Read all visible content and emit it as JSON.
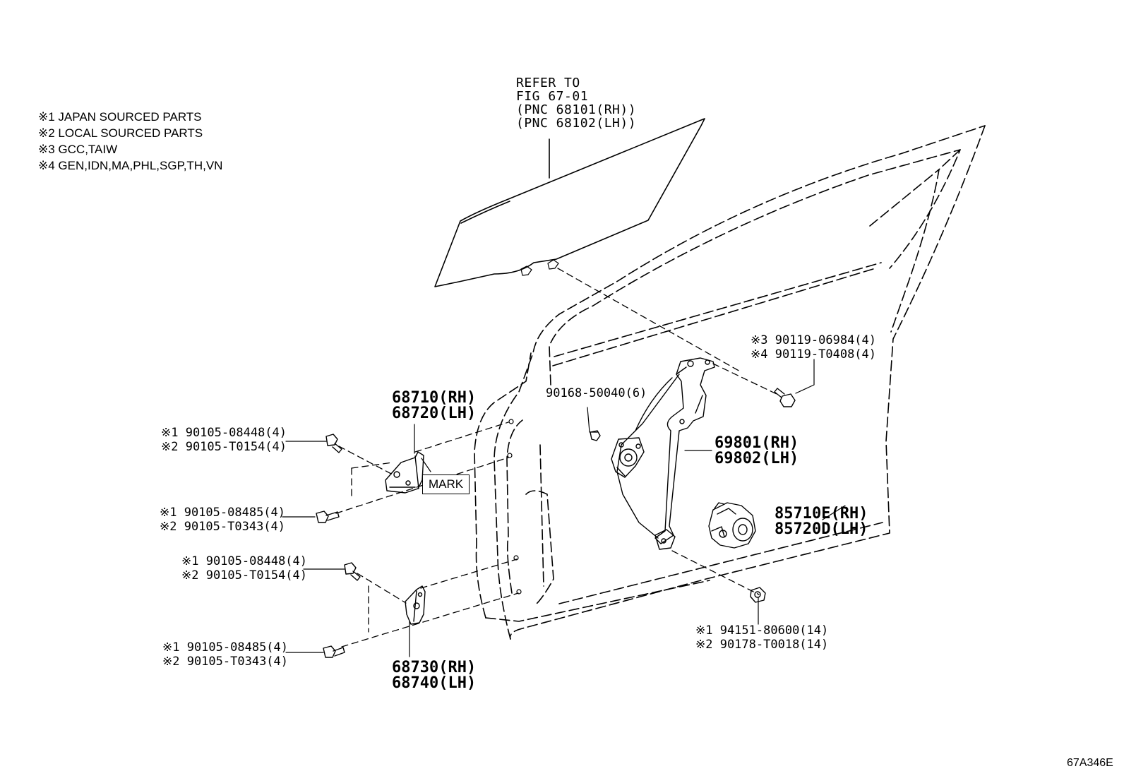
{
  "legend": [
    "※1 JAPAN SOURCED PARTS",
    "※2 LOCAL SOURCED PARTS",
    "※3 GCC,TAIW",
    "※4 GEN,IDN,MA,PHL,SGP,TH,VN"
  ],
  "refer": [
    "REFER TO",
    "FIG 67-01",
    "(PNC 68101(RH))",
    "(PNC 68102(LH))"
  ],
  "callouts": {
    "upper_hinge": [
      "68710(RH)",
      "68720(LH)"
    ],
    "lower_hinge": [
      "68730(RH)",
      "68740(LH)"
    ],
    "regulator": [
      "69801(RH)",
      "69802(LH)"
    ],
    "motor": [
      "85710E(RH)",
      "85720D(LH)"
    ],
    "clip": "90168-50040(6)",
    "glass_bolts": [
      "※3 90119-06984(4)",
      "※4 90119-T0408(4)"
    ],
    "upper_hinge_bolts_a": [
      "※1 90105-08448(4)",
      "※2 90105-T0154(4)"
    ],
    "upper_hinge_bolts_b": [
      "※1 90105-08485(4)",
      "※2 90105-T0343(4)"
    ],
    "lower_hinge_bolts_a": [
      "※1 90105-08448(4)",
      "※2 90105-T0154(4)"
    ],
    "lower_hinge_bolts_b": [
      "※1 90105-08485(4)",
      "※2 90105-T0343(4)"
    ],
    "regulator_nuts": [
      "※1 94151-80600(14)",
      "※2 90178-T0018(14)"
    ]
  },
  "mark_label": "MARK",
  "figure_code": "67A346E"
}
